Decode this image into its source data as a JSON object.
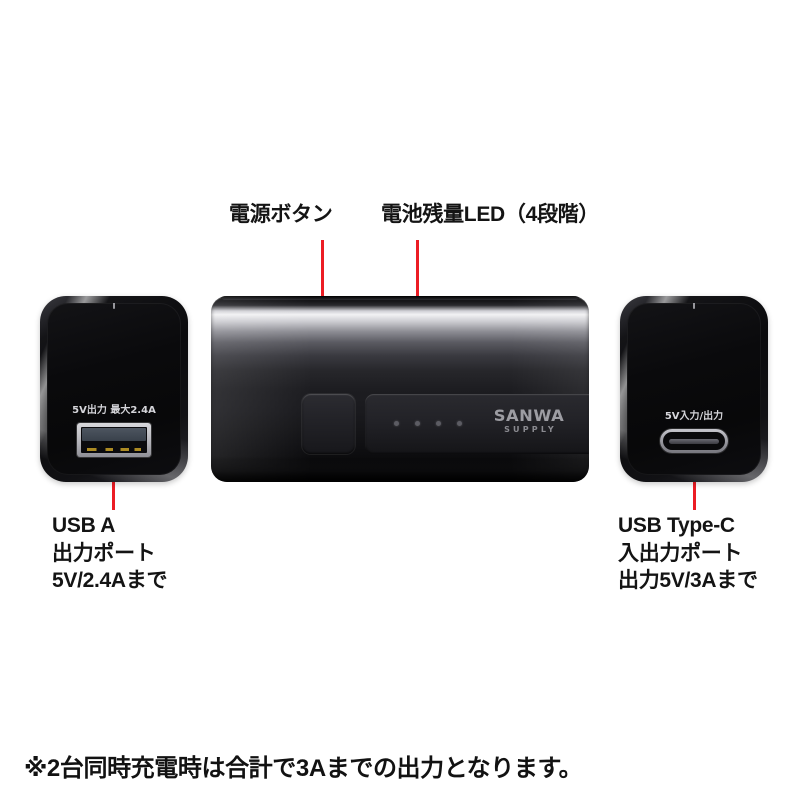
{
  "callouts": {
    "power_button": "電源ボタン",
    "battery_led": "電池残量LED（4段階）"
  },
  "left_panel": {
    "port_marking": "5V出力  最大2.4A",
    "label_line1": "USB A",
    "label_line2": "出力ポート",
    "label_line3": "5V/2.4Aまで"
  },
  "right_panel": {
    "port_marking": "5V入力/出力",
    "label_line1": "USB Type-C",
    "label_line2": "入出力ポート",
    "label_line3": "出力5V/3Aまで"
  },
  "center_device": {
    "brand": "SANWA",
    "brand_sub": "SUPPLY",
    "led_count": 4
  },
  "footnote": "※2台同時充電時は合計で3Aまでの出力となります。",
  "colors": {
    "annotation_red": "#ec1c24",
    "text_black": "#141414",
    "background": "#ffffff"
  }
}
